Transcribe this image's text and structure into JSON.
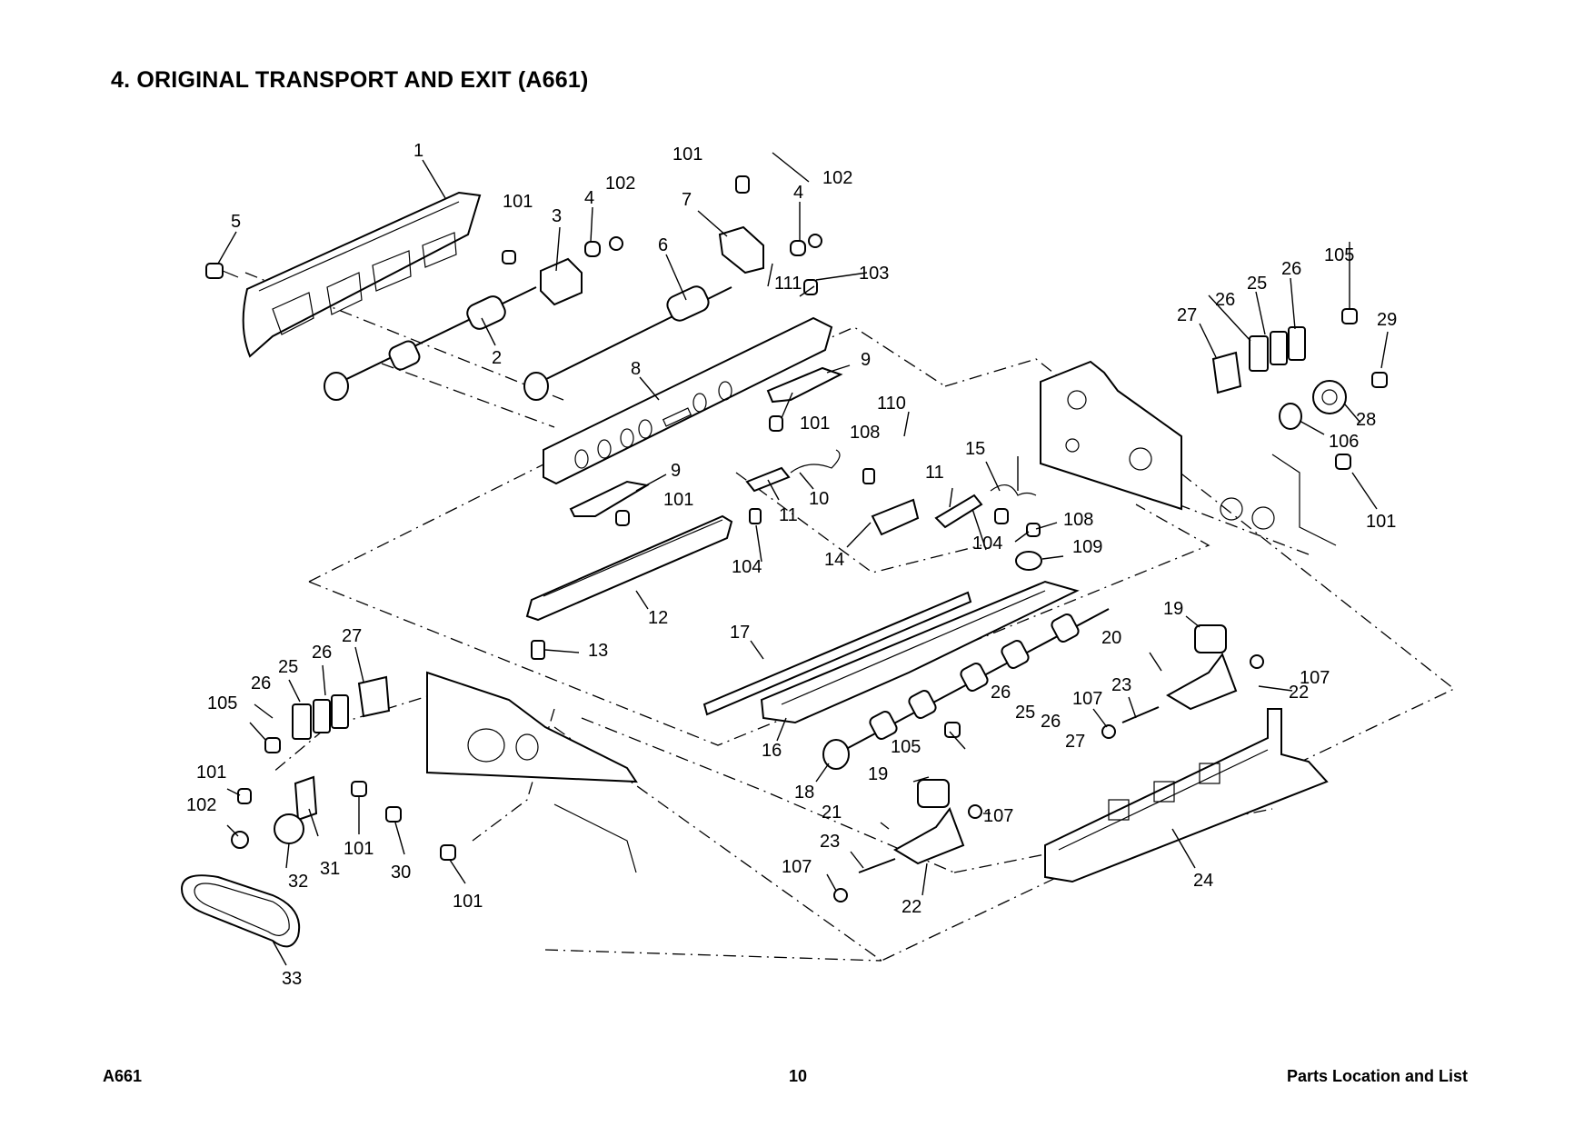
{
  "page": {
    "title": "4. ORIGINAL TRANSPORT AND EXIT (A661)",
    "footer_left": "A661",
    "footer_center": "10",
    "footer_right": "Parts Location and List"
  },
  "diagram": {
    "type": "exploded-parts-view",
    "callouts": [
      {
        "id": "c-1",
        "text": "1"
      },
      {
        "id": "c-2",
        "text": "2"
      },
      {
        "id": "c-3",
        "text": "3"
      },
      {
        "id": "c-4a",
        "text": "4"
      },
      {
        "id": "c-4b",
        "text": "4"
      },
      {
        "id": "c-5",
        "text": "5"
      },
      {
        "id": "c-6",
        "text": "6"
      },
      {
        "id": "c-7",
        "text": "7"
      },
      {
        "id": "c-8",
        "text": "8"
      },
      {
        "id": "c-9a",
        "text": "9"
      },
      {
        "id": "c-9b",
        "text": "9"
      },
      {
        "id": "c-10",
        "text": "10"
      },
      {
        "id": "c-11a",
        "text": "11"
      },
      {
        "id": "c-11b",
        "text": "11"
      },
      {
        "id": "c-12",
        "text": "12"
      },
      {
        "id": "c-13",
        "text": "13"
      },
      {
        "id": "c-14",
        "text": "14"
      },
      {
        "id": "c-15",
        "text": "15"
      },
      {
        "id": "c-16",
        "text": "16"
      },
      {
        "id": "c-17",
        "text": "17"
      },
      {
        "id": "c-18",
        "text": "18"
      },
      {
        "id": "c-19a",
        "text": "19"
      },
      {
        "id": "c-19b",
        "text": "19"
      },
      {
        "id": "c-20",
        "text": "20"
      },
      {
        "id": "c-21",
        "text": "21"
      },
      {
        "id": "c-22a",
        "text": "22"
      },
      {
        "id": "c-22b",
        "text": "22"
      },
      {
        "id": "c-23a",
        "text": "23"
      },
      {
        "id": "c-23b",
        "text": "23"
      },
      {
        "id": "c-24",
        "text": "24"
      },
      {
        "id": "c-25a",
        "text": "25"
      },
      {
        "id": "c-25b",
        "text": "25"
      },
      {
        "id": "c-25c",
        "text": "25"
      },
      {
        "id": "c-26a",
        "text": "26"
      },
      {
        "id": "c-26b",
        "text": "26"
      },
      {
        "id": "c-26c",
        "text": "26"
      },
      {
        "id": "c-26d",
        "text": "26"
      },
      {
        "id": "c-26e",
        "text": "26"
      },
      {
        "id": "c-26f",
        "text": "26"
      },
      {
        "id": "c-27a",
        "text": "27"
      },
      {
        "id": "c-27b",
        "text": "27"
      },
      {
        "id": "c-27c",
        "text": "27"
      },
      {
        "id": "c-28",
        "text": "28"
      },
      {
        "id": "c-29",
        "text": "29"
      },
      {
        "id": "c-30",
        "text": "30"
      },
      {
        "id": "c-31",
        "text": "31"
      },
      {
        "id": "c-32",
        "text": "32"
      },
      {
        "id": "c-33",
        "text": "33"
      },
      {
        "id": "c-101a",
        "text": "101"
      },
      {
        "id": "c-101b",
        "text": "101"
      },
      {
        "id": "c-101c",
        "text": "101"
      },
      {
        "id": "c-101d",
        "text": "101"
      },
      {
        "id": "c-101e",
        "text": "101"
      },
      {
        "id": "c-101f",
        "text": "101"
      },
      {
        "id": "c-101g",
        "text": "101"
      },
      {
        "id": "c-101h",
        "text": "101"
      },
      {
        "id": "c-102a",
        "text": "102"
      },
      {
        "id": "c-102b",
        "text": "102"
      },
      {
        "id": "c-102c",
        "text": "102"
      },
      {
        "id": "c-103",
        "text": "103"
      },
      {
        "id": "c-104a",
        "text": "104"
      },
      {
        "id": "c-104b",
        "text": "104"
      },
      {
        "id": "c-105a",
        "text": "105"
      },
      {
        "id": "c-105b",
        "text": "105"
      },
      {
        "id": "c-105c",
        "text": "105"
      },
      {
        "id": "c-106",
        "text": "106"
      },
      {
        "id": "c-107a",
        "text": "107"
      },
      {
        "id": "c-107b",
        "text": "107"
      },
      {
        "id": "c-107c",
        "text": "107"
      },
      {
        "id": "c-107d",
        "text": "107"
      },
      {
        "id": "c-108a",
        "text": "108"
      },
      {
        "id": "c-108b",
        "text": "108"
      },
      {
        "id": "c-109",
        "text": "109"
      },
      {
        "id": "c-110",
        "text": "110"
      },
      {
        "id": "c-111",
        "text": "111"
      }
    ]
  }
}
